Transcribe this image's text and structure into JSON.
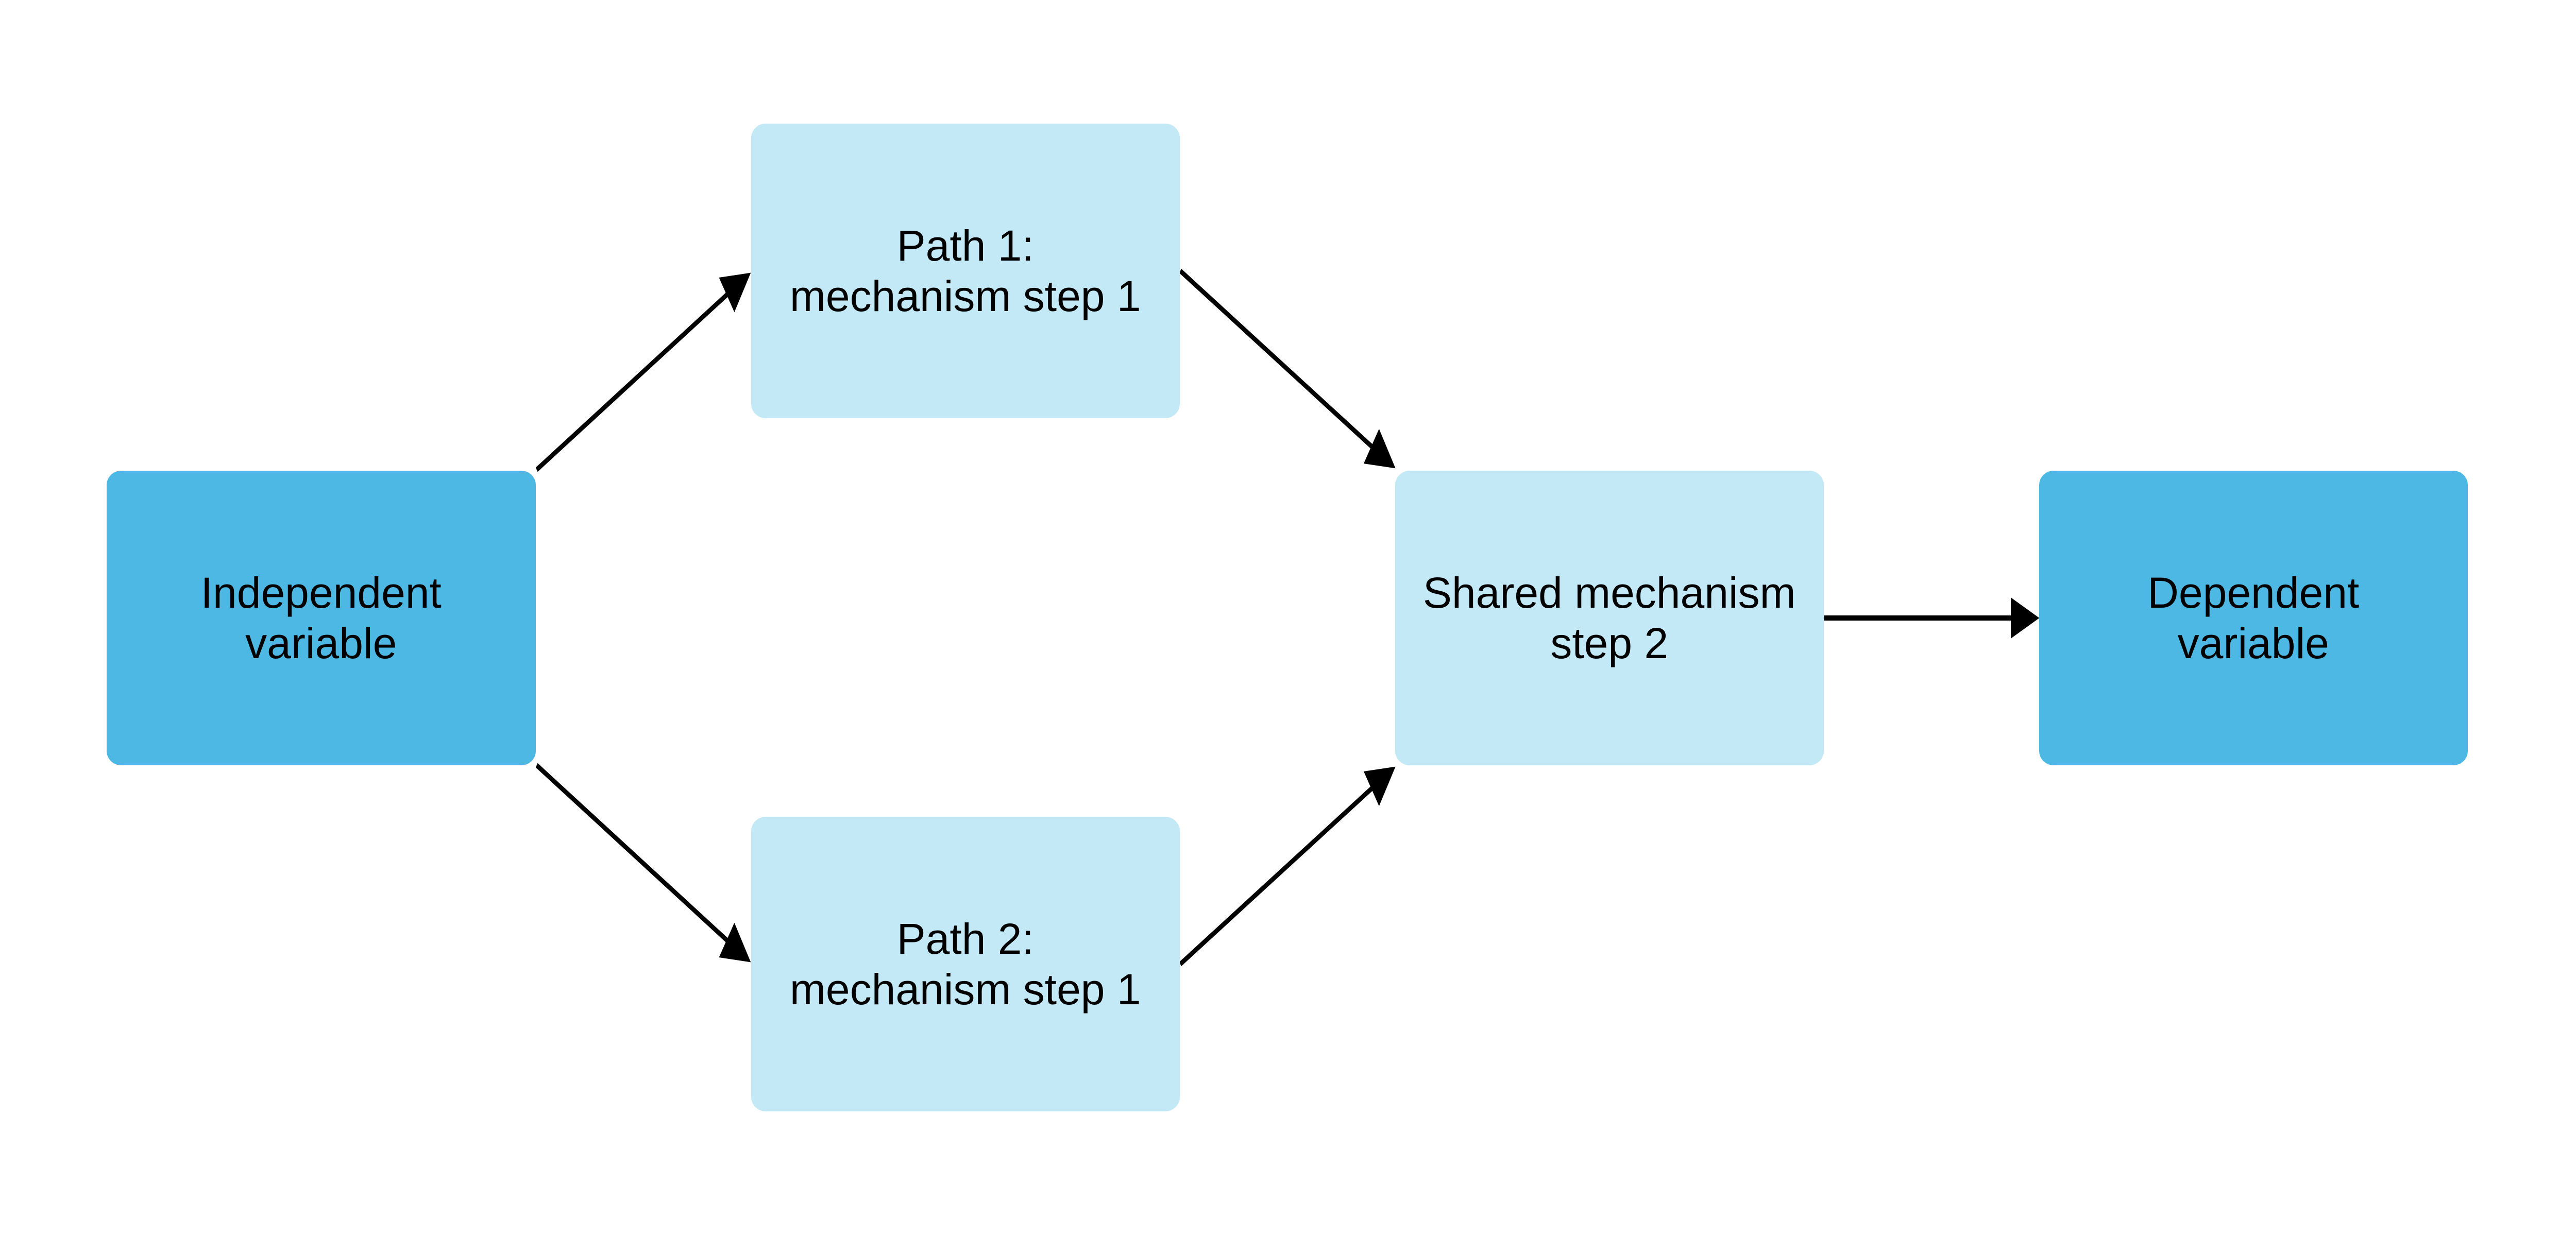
{
  "colors": {
    "primary": "#4DB8E4",
    "secondary": "#C3E9F6",
    "arrow": "#000000"
  },
  "nodes": {
    "independent": {
      "line1": "Independent",
      "line2": "variable",
      "style": "primary"
    },
    "path1": {
      "line1": "Path 1:",
      "line2": "mechanism step 1",
      "style": "secondary"
    },
    "path2": {
      "line1": "Path 2:",
      "line2": "mechanism step 1",
      "style": "secondary"
    },
    "shared": {
      "line1": "Shared mechanism",
      "line2": "step 2",
      "style": "secondary"
    },
    "dependent": {
      "line1": "Dependent",
      "line2": "variable",
      "style": "primary"
    }
  },
  "edges": [
    {
      "from": "independent",
      "to": "path1"
    },
    {
      "from": "independent",
      "to": "path2"
    },
    {
      "from": "path1",
      "to": "shared"
    },
    {
      "from": "path2",
      "to": "shared"
    },
    {
      "from": "shared",
      "to": "dependent"
    }
  ]
}
